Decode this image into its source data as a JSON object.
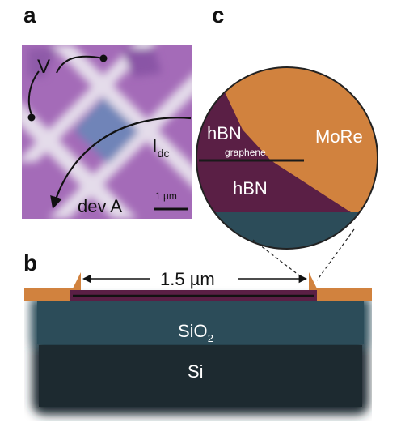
{
  "panels": {
    "a": {
      "letter": "a",
      "voltage": "V",
      "current_main": "I",
      "current_sub": "dc",
      "device": "dev A",
      "scalebar": "1 µm"
    },
    "b": {
      "letter": "b",
      "length": "1.5 µm",
      "oxide_main": "SiO",
      "oxide_sub": "2",
      "substrate": "Si"
    },
    "c": {
      "letter": "c",
      "hbn_top": "hBN",
      "graphene": "graphene",
      "hbn_bottom": "hBN",
      "contact": "MoRe"
    }
  },
  "colors": {
    "hbn": "#5a1f45",
    "more": "#d1823e",
    "sio2": "#2c4c59",
    "si": "#1d2a30",
    "micrograph_bg": "#a46bb8",
    "micrograph_lines": "#e4dcea",
    "micrograph_center": "#6f84b8"
  }
}
